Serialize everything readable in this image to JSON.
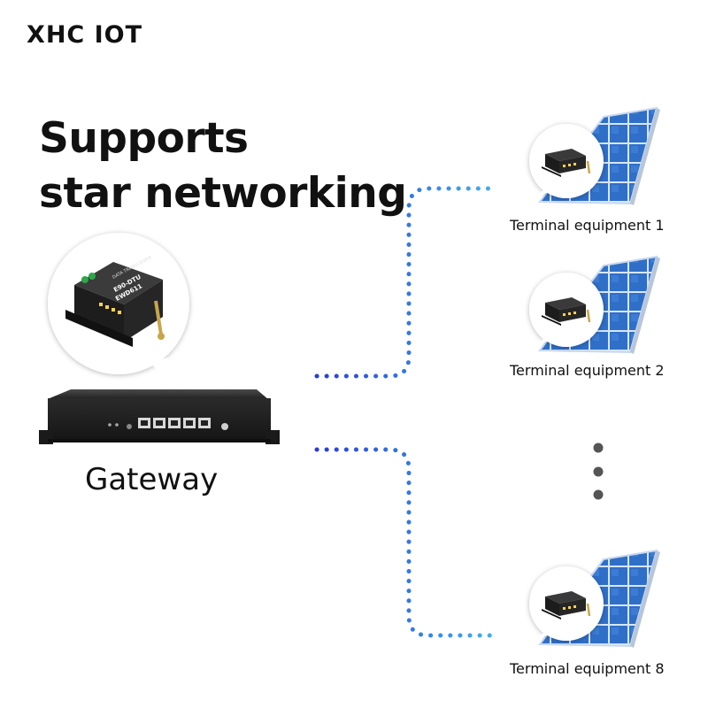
{
  "brand": {
    "name": "XHC IOT"
  },
  "headline": {
    "line1": "Supports",
    "line2": "star networking"
  },
  "gateway": {
    "label": "Gateway"
  },
  "terminals": [
    {
      "label": "Terminal equipment 1"
    },
    {
      "label": "Terminal equipment 2"
    },
    {
      "label": "Terminal equipment 8"
    }
  ],
  "device_module": {
    "title": "DATA TRANSCEIVER",
    "model1": "E90-DTU",
    "model2": "EWD611"
  },
  "colors": {
    "link_start": "#2a3bd6",
    "link_end": "#3fb0ee",
    "device_dark": "#2a2a2a",
    "solar_blue": "#2f6fc8",
    "ellipsis": "#555555"
  },
  "icons": [
    "gateway-router-icon",
    "dtu-module-icon",
    "solar-panel-icon",
    "ellipsis-icon"
  ]
}
